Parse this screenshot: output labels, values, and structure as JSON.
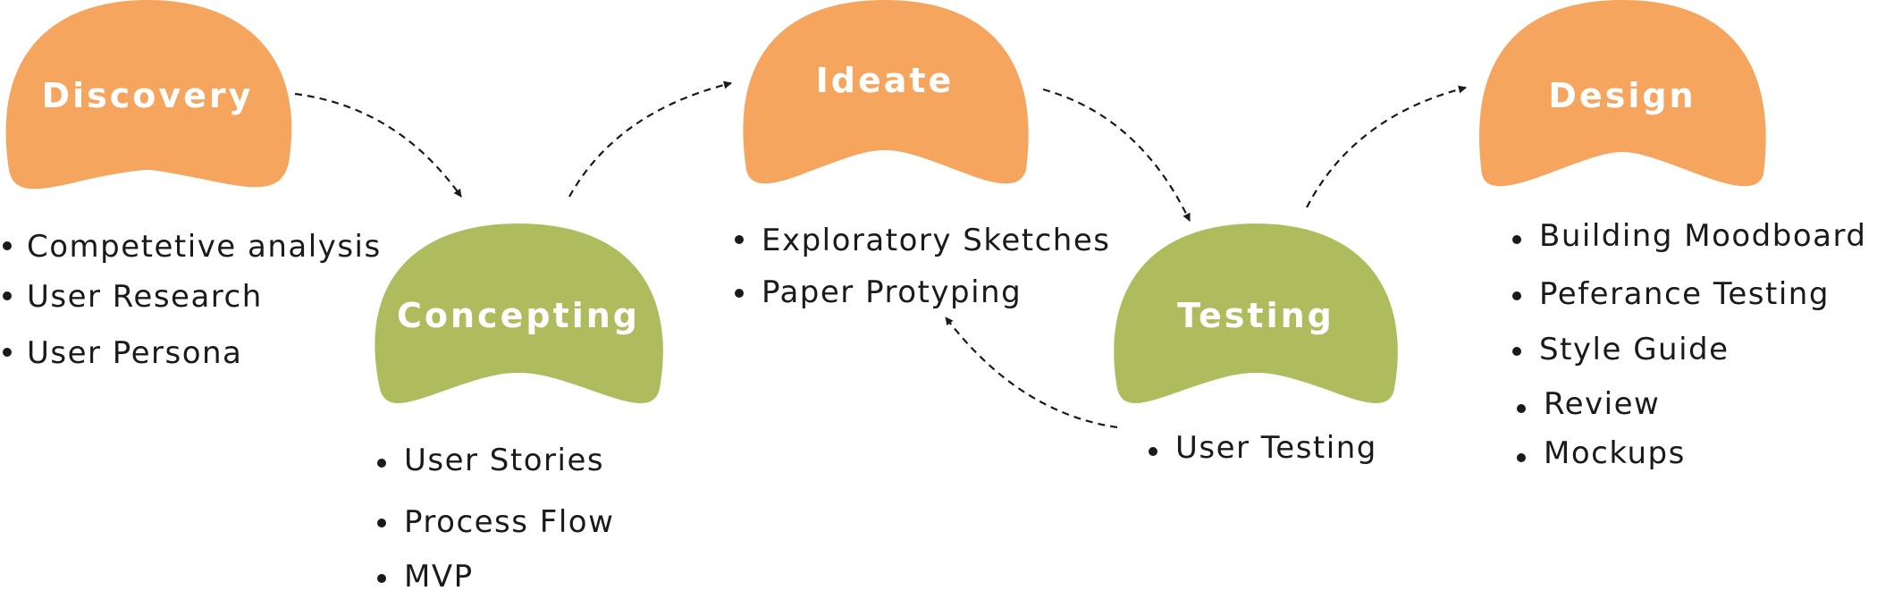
{
  "colors": {
    "discovery": "#F5A55E",
    "concepting": "#AFBC5E",
    "ideate": "#F5A55E",
    "testing": "#AFBC5E",
    "design": "#F5A55E"
  },
  "stages": {
    "discovery": {
      "title": "Discovery",
      "items": [
        "Competetive analysis",
        "User Research",
        "User Persona"
      ]
    },
    "concepting": {
      "title": "Concepting",
      "items": [
        "User Stories",
        "Process Flow",
        "MVP"
      ]
    },
    "ideate": {
      "title": "Ideate",
      "items": [
        "Exploratory Sketches",
        "Paper Protyping"
      ]
    },
    "testing": {
      "title": "Testing",
      "items": [
        "User Testing"
      ]
    },
    "design": {
      "title": "Design",
      "items": [
        "Building Moodboard",
        "Peferance Testing",
        "Style Guide",
        "Review",
        "Mockups"
      ]
    }
  }
}
